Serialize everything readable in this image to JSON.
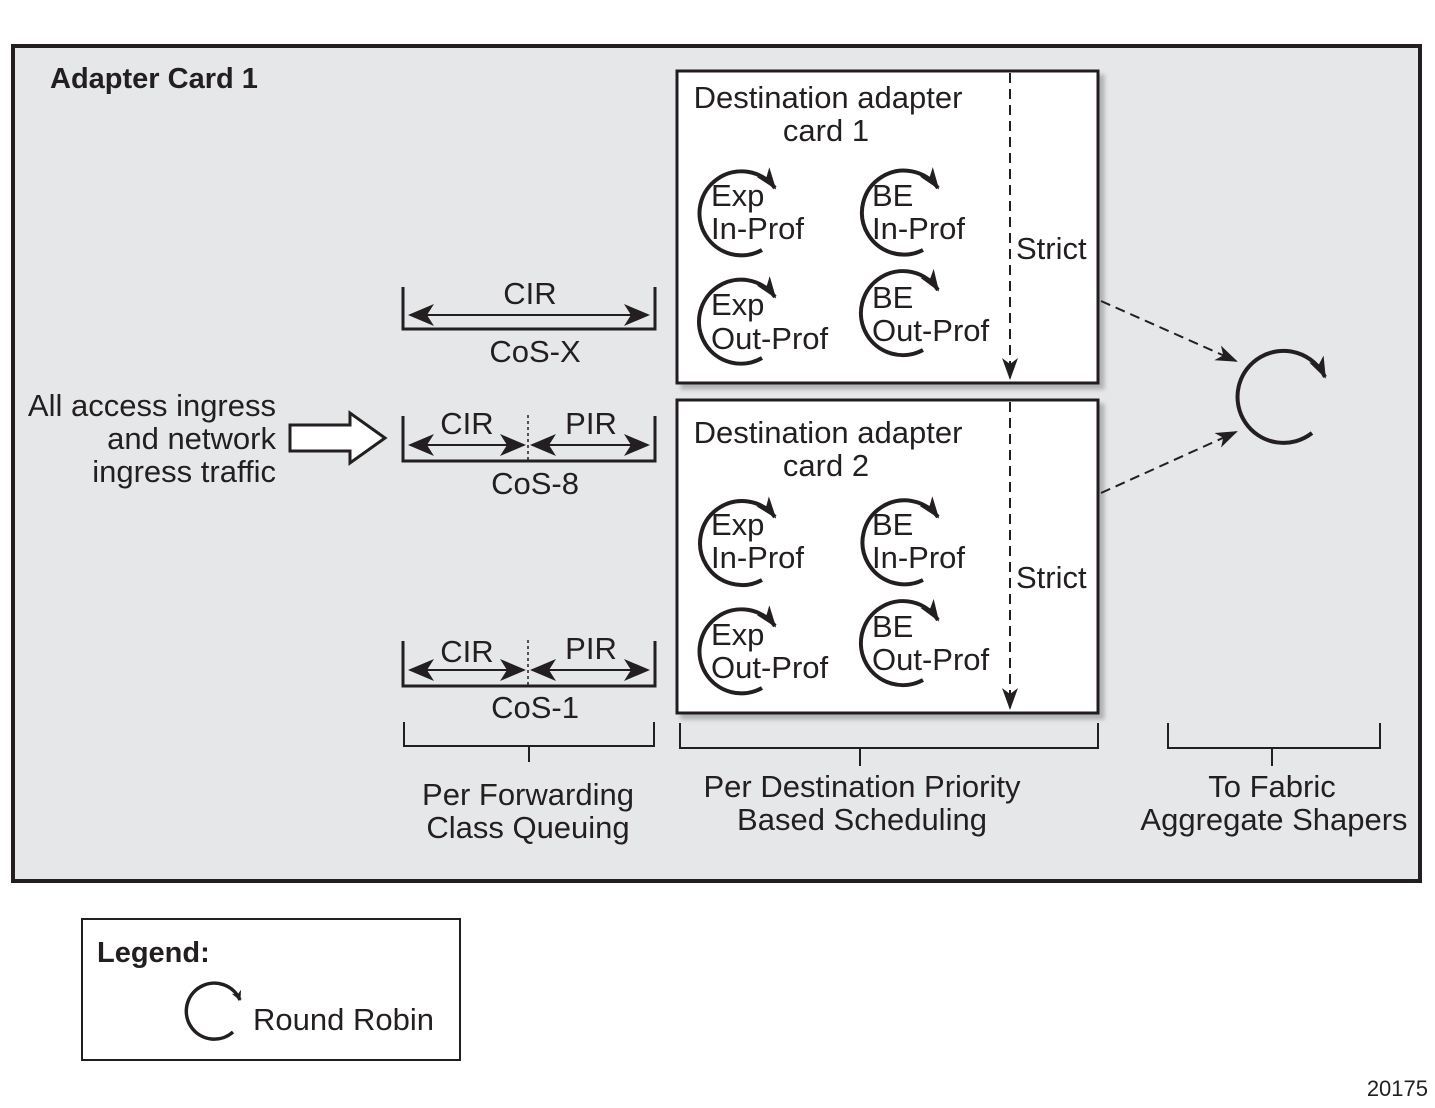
{
  "diagram": {
    "container_title": "Adapter Card 1",
    "input_label": [
      "All access ingress",
      "and network",
      "ingress traffic"
    ],
    "queues": [
      {
        "name": "CoS-X",
        "segments": [
          "CIR"
        ]
      },
      {
        "name": "CoS-8",
        "segments": [
          "CIR",
          "PIR"
        ]
      },
      {
        "name": "CoS-1",
        "segments": [
          "CIR",
          "PIR"
        ]
      }
    ],
    "destination_cards": [
      {
        "title": [
          "Destination adapter",
          "card 1"
        ],
        "schedulers": [
          {
            "lines": [
              "Exp",
              "In-Prof"
            ]
          },
          {
            "lines": [
              "BE",
              "In-Prof"
            ]
          },
          {
            "lines": [
              "Exp",
              "Out-Prof"
            ]
          },
          {
            "lines": [
              "BE",
              "Out-Prof"
            ]
          }
        ],
        "priority_label": "Strict"
      },
      {
        "title": [
          "Destination adapter",
          "card 2"
        ],
        "schedulers": [
          {
            "lines": [
              "Exp",
              "In-Prof"
            ]
          },
          {
            "lines": [
              "BE",
              "In-Prof"
            ]
          },
          {
            "lines": [
              "Exp",
              "Out-Prof"
            ]
          },
          {
            "lines": [
              "BE",
              "Out-Prof"
            ]
          }
        ],
        "priority_label": "Strict"
      }
    ],
    "stage_labels": [
      [
        "Per Forwarding",
        "Class Queuing"
      ],
      [
        "Per Destination Priority",
        "Based Scheduling"
      ],
      [
        "To Fabric",
        "Aggregate Shapers"
      ]
    ],
    "legend": {
      "title": "Legend:",
      "items": [
        {
          "icon": "round-robin-icon",
          "label": "Round Robin"
        }
      ]
    },
    "figure_id": "20175",
    "colors": {
      "container_fill": "#e6e7e8",
      "box_fill": "#ffffff",
      "stroke": "#231f20",
      "shadow": "#b9babb"
    }
  }
}
